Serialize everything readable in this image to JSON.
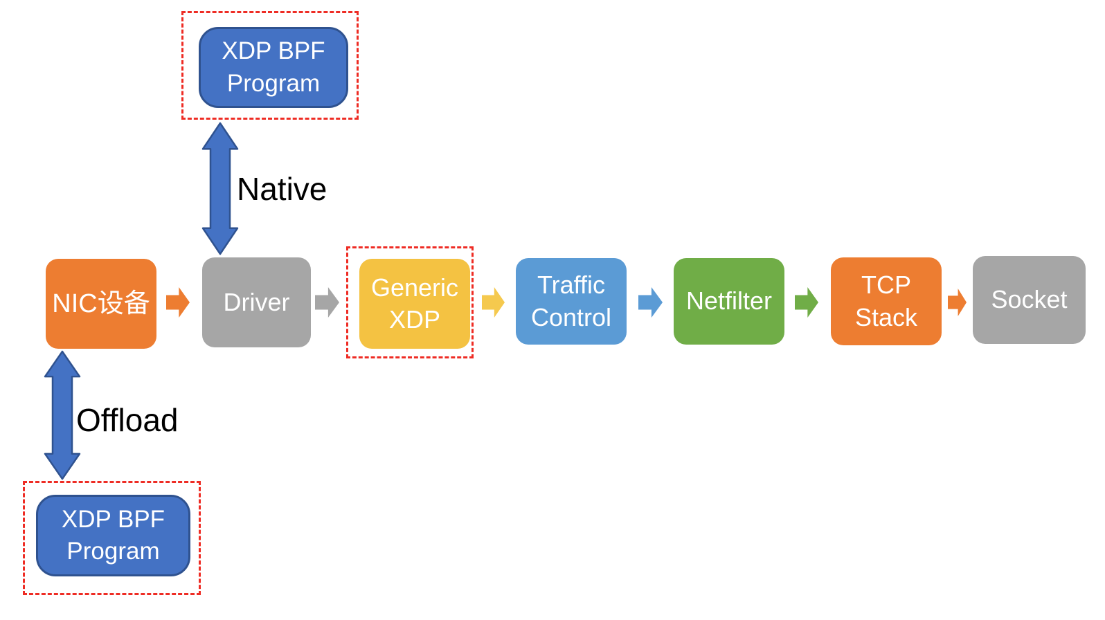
{
  "colors": {
    "node_orange": "#ED7D31",
    "node_gray": "#A6A6A6",
    "node_gold": "#F4C242",
    "node_blue": "#5B9BD5",
    "node_green": "#70AD47",
    "program_fill": "#4472C4",
    "program_border": "#2F528F",
    "highlight_dashed": "#EE2C24",
    "node_text": "#FFFFFF",
    "connector_text": "#000000"
  },
  "flow": {
    "nodes": [
      {
        "label": "NIC设备",
        "color": "#ED7D31",
        "highlighted": false
      },
      {
        "label": "Driver",
        "color": "#A6A6A6",
        "highlighted": false
      },
      {
        "label": "Generic XDP",
        "color": "#F4C242",
        "highlighted": true
      },
      {
        "label": "Traffic Control",
        "color": "#5B9BD5",
        "highlighted": false
      },
      {
        "label": "Netfilter",
        "color": "#70AD47",
        "highlighted": false
      },
      {
        "label": "TCP Stack",
        "color": "#ED7D31",
        "highlighted": false
      },
      {
        "label": "Socket",
        "color": "#A6A6A6",
        "highlighted": false
      }
    ]
  },
  "attachments": {
    "native": {
      "label": "XDP BPF Program",
      "connector_label": "Native",
      "attached_to": "Driver",
      "highlighted": true
    },
    "offload": {
      "label": "XDP BPF Program",
      "connector_label": "Offload",
      "attached_to": "NIC设备",
      "highlighted": true
    }
  }
}
